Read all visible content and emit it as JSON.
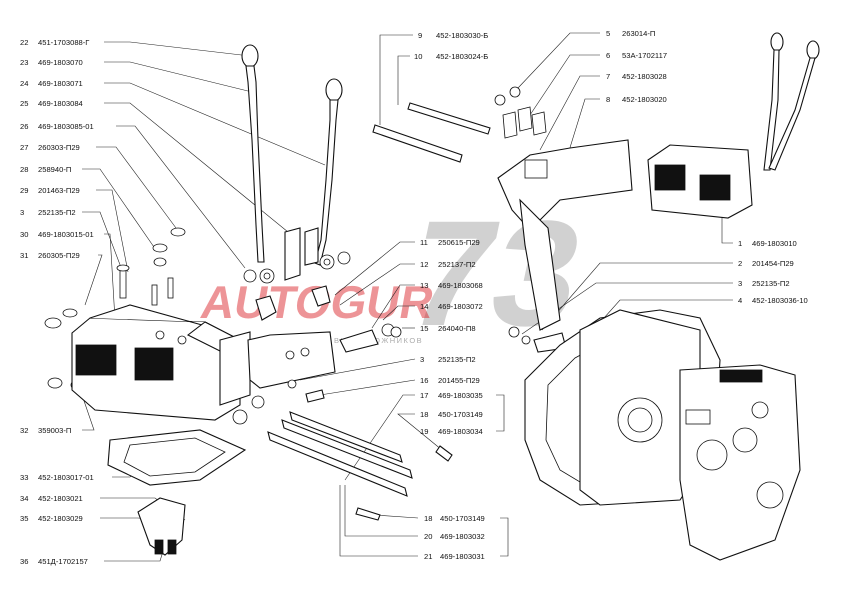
{
  "labels_left": [
    {
      "num": "22",
      "code": "451-1703088-Г"
    },
    {
      "num": "23",
      "code": "469-1803070"
    },
    {
      "num": "24",
      "code": "469-1803071"
    },
    {
      "num": "25",
      "code": "469-1803084"
    },
    {
      "num": "26",
      "code": "469-1803085-01"
    },
    {
      "num": "27",
      "code": "260303-П29"
    },
    {
      "num": "28",
      "code": "258940-П"
    },
    {
      "num": "29",
      "code": "201463-П29"
    },
    {
      "num": "3",
      "code": "252135-П2"
    },
    {
      "num": "30",
      "code": "469-1803015-01"
    },
    {
      "num": "31",
      "code": "260305-П29"
    },
    {
      "num": "32",
      "code": "359003-П"
    },
    {
      "num": "33",
      "code": "452-1803017-01"
    },
    {
      "num": "34",
      "code": "452-1803021"
    },
    {
      "num": "35",
      "code": "452-1803029"
    },
    {
      "num": "36",
      "code": "451Д-1702157"
    }
  ],
  "labels_top": [
    {
      "num": "9",
      "code": "452-1803030-Б"
    },
    {
      "num": "10",
      "code": "452-1803024-Б"
    },
    {
      "num": "5",
      "code": "263014-П"
    },
    {
      "num": "6",
      "code": "53А-1702117"
    },
    {
      "num": "7",
      "code": "452-1803028"
    },
    {
      "num": "8",
      "code": "452-1803020"
    }
  ],
  "labels_right": [
    {
      "num": "1",
      "code": "469-1803010"
    },
    {
      "num": "2",
      "code": "201454-П29"
    },
    {
      "num": "3",
      "code": "252135-П2"
    },
    {
      "num": "4",
      "code": "452-1803036-10"
    }
  ],
  "labels_center": [
    {
      "num": "11",
      "code": "250615-П29"
    },
    {
      "num": "12",
      "code": "252137-П2"
    },
    {
      "num": "13",
      "code": "469-1803068"
    },
    {
      "num": "14",
      "code": "469-1803072"
    },
    {
      "num": "15",
      "code": "264040-П8"
    },
    {
      "num": "3",
      "code": "252135-П2"
    },
    {
      "num": "16",
      "code": "201455-П29"
    },
    {
      "num": "17",
      "code": "469-1803035"
    },
    {
      "num": "18",
      "code": "450-1703149"
    },
    {
      "num": "19",
      "code": "469-1803034"
    }
  ],
  "labels_bottom": [
    {
      "num": "18",
      "code": "450-1703149"
    },
    {
      "num": "20",
      "code": "469-1803032"
    },
    {
      "num": "21",
      "code": "469-1803031"
    }
  ],
  "watermark": {
    "text": "AUTOGUR",
    "number": "73",
    "tagline": "ДЕТАЛИ ДЛЯ ВНЕДОРОЖНИКОВ",
    "color": "#d9151b"
  }
}
